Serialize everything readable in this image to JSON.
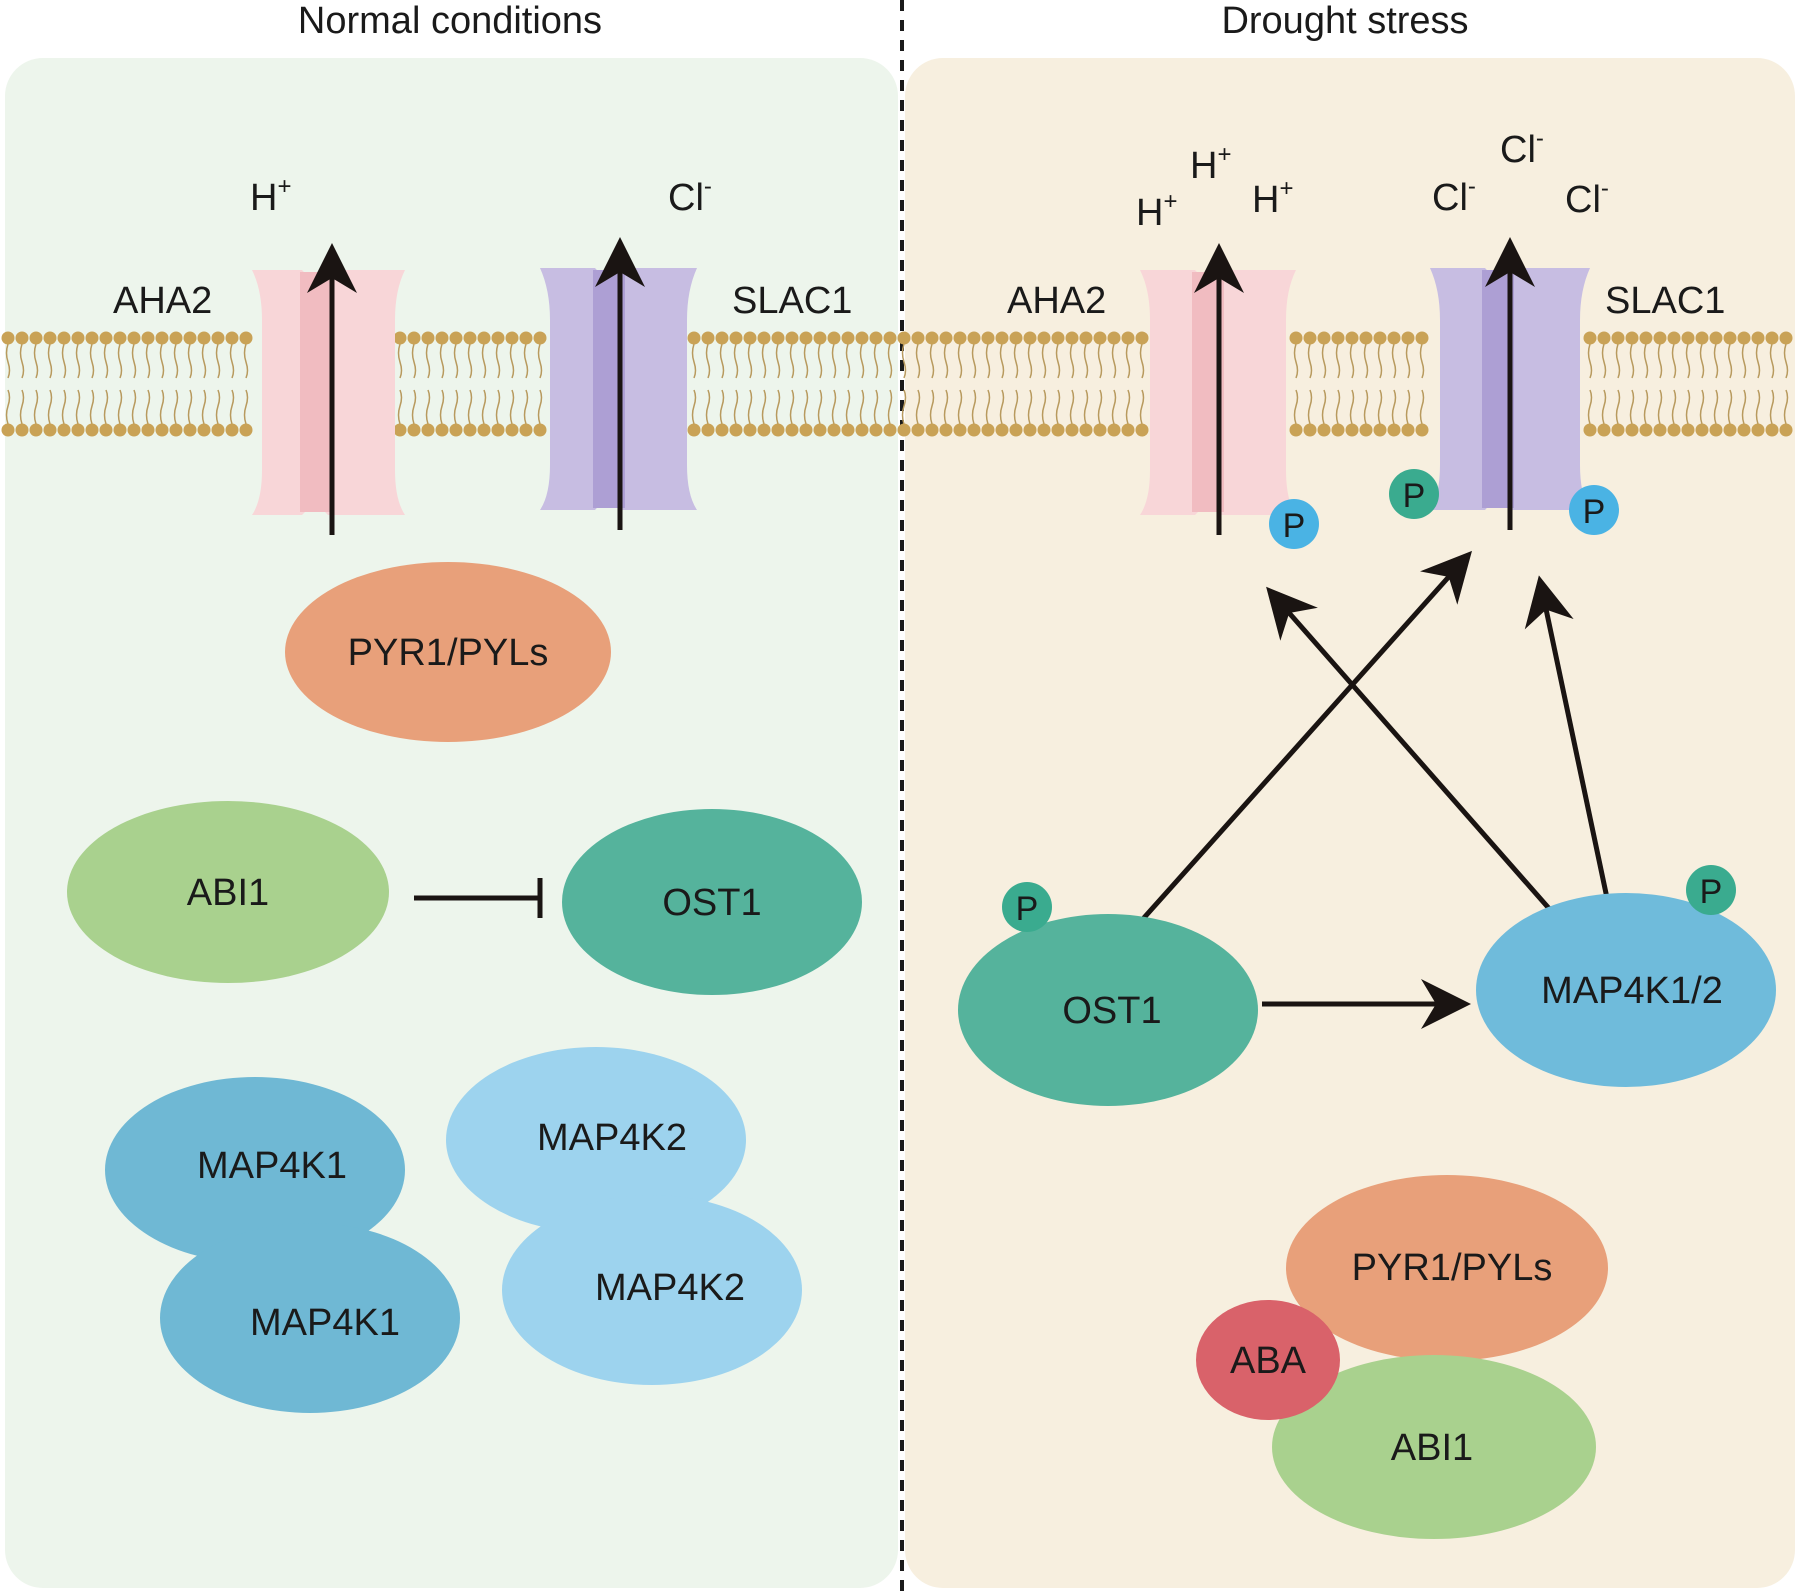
{
  "panels": {
    "normal": {
      "title": "Normal conditions",
      "bg": "#edf5ec"
    },
    "drought": {
      "title": "Drought stress",
      "bg": "#f7efdf"
    }
  },
  "normal": {
    "h_ion": "H",
    "h_sup": "+",
    "cl_ion": "Cl",
    "cl_sup": "-",
    "aha2": "AHA2",
    "slac1": "SLAC1",
    "pyr": "PYR1/PYLs",
    "abi1": "ABI1",
    "ost1": "OST1",
    "map4k1_a": "MAP4K1",
    "map4k1_b": "MAP4K1",
    "map4k2_a": "MAP4K2",
    "map4k2_b": "MAP4K2"
  },
  "drought": {
    "h_ion": "H",
    "h_sup": "+",
    "cl_ion": "Cl",
    "cl_sup": "-",
    "aha2": "AHA2",
    "slac1": "SLAC1",
    "p": "P",
    "ost1": "OST1",
    "map4k12": "MAP4K1/2",
    "pyr": "PYR1/PYLs",
    "aba": "ABA",
    "abi1": "ABI1"
  },
  "colors": {
    "membrane_head": "#c9a256",
    "membrane_tail": "#b89a5e",
    "aha2_light": "#f8d6d8",
    "aha2_dark": "#f1bcc1",
    "slac1_light": "#c7bde2",
    "slac1_dark": "#ad9fd4",
    "pyr": "#e8a07a",
    "abi1": "#a9d18e",
    "ost1": "#55b39c",
    "map4k1": "#6fb8d4",
    "map4k2": "#9dd3ee",
    "map4k12": "#6fbbdb",
    "aba": "#d9626a",
    "p_teal": "#3aab8f",
    "p_blue": "#4ab3e4",
    "arrow": "#1a1412"
  }
}
